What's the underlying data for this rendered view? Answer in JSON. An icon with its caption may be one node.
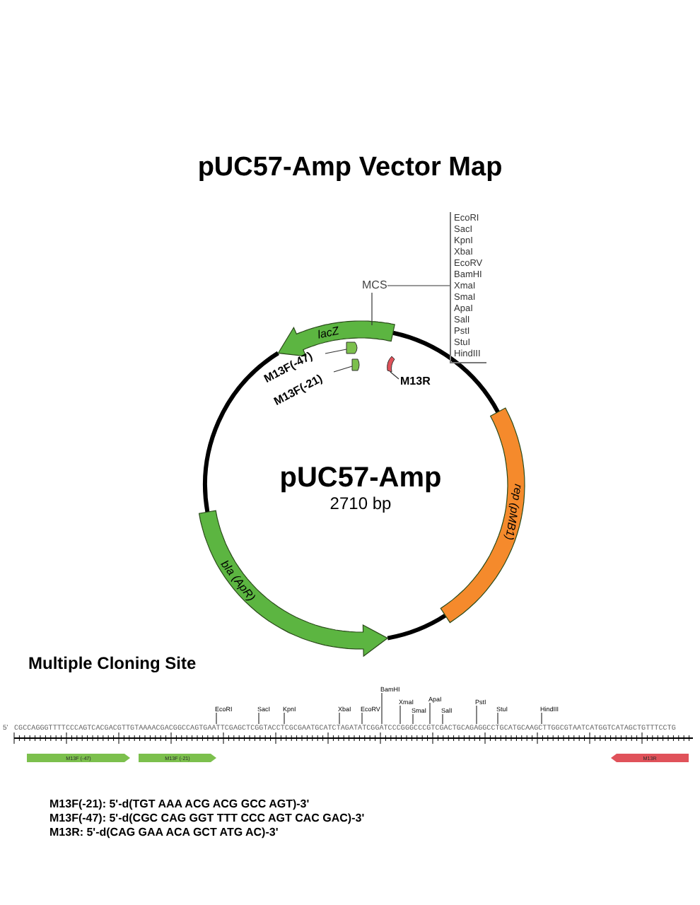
{
  "diagram": {
    "title": "pUC57-Amp Vector Map",
    "nodes": [
      {
        "text": [
          "pUC57-Amp",
          "2710 bp"
        ]
      },
      {
        "text": [
          "lacZ"
        ]
      },
      {
        "text": [
          "rep (pMB1)"
        ]
      },
      {
        "text": [
          "bla (ApR)"
        ]
      },
      {
        "text": [
          "M13F(-47)"
        ]
      },
      {
        "text": [],
        "shape": "bar"
      },
      {
        "text": [
          "M13F(-21)"
        ]
      },
      {
        "text": [],
        "shape": "bar"
      },
      {
        "text": [
          "M13R"
        ]
      },
      {
        "text": [],
        "shape": "bar"
      },
      {
        "text": [
          "MCS"
        ]
      },
      {
        "text": [
          "EcoRI",
          "SacI",
          "KpnI",
          "XbaI",
          "EcoRV",
          "BamHI",
          "XmaI",
          "SmaI",
          "ApaI",
          "SalI",
          "PstI",
          "StuI",
          "HindIII"
        ]
      },
      {
        "text": [
          "EcoRI"
        ]
      },
      {
        "text": [
          "SacI"
        ]
      },
      {
        "text": [
          "KpnI"
        ]
      },
      {
        "text": [
          "XbaI"
        ]
      },
      {
        "text": [
          "EcoRV"
        ]
      },
      {
        "text": [
          "BamHI"
        ]
      },
      {
        "text": [
          "XmaI"
        ]
      },
      {
        "text": [
          "SmaI"
        ]
      },
      {
        "text": [
          "ApaI"
        ]
      },
      {
        "text": [
          "SalI"
        ]
      },
      {
        "text": [
          "PstI"
        ]
      },
      {
        "text": [
          "StuI"
        ]
      },
      {
        "text": [
          "HindIII"
        ]
      },
      {
        "text": [
          "M13F (-47)"
        ]
      },
      {
        "text": [
          "M13F (-21)"
        ]
      },
      {
        "text": [
          "M13R"
        ]
      },
      {
        "text": [
          "CGCCAGGGTTTTCCCAGTCACGACGTTGTAAAACGACGGCCAGTGAATTCGAGCTCGGTACCTCGCGAATGCATCTAGATATCGGATCCCGGGCCCGTCGACTGCAGAGGCCTGCATGCAAGCTTGGCGTAATCATGGTCATAGCTGTTTCCTG"
        ]
      }
    ],
    "edges": [
      {
        "from": 4,
        "to": 5,
        "arrow": "none"
      },
      {
        "from": 6,
        "to": 7,
        "arrow": "none"
      },
      {
        "from": 8,
        "to": 9,
        "arrow": "none"
      },
      {
        "from": 10,
        "to": 11,
        "arrow": "none"
      },
      {
        "from": 10,
        "to": 1,
        "arrow": "none"
      },
      {
        "from": 12,
        "to": 28,
        "arrow": "none"
      },
      {
        "from": 13,
        "to": 28,
        "arrow": "none"
      },
      {
        "from": 14,
        "to": 28,
        "arrow": "none"
      },
      {
        "from": 15,
        "to": 28,
        "arrow": "none"
      },
      {
        "from": 16,
        "to": 28,
        "arrow": "none"
      },
      {
        "from": 17,
        "to": 28,
        "arrow": "none"
      },
      {
        "from": 18,
        "to": 28,
        "arrow": "none"
      },
      {
        "from": 19,
        "to": 28,
        "arrow": "none"
      },
      {
        "from": 20,
        "to": 28,
        "arrow": "none"
      },
      {
        "from": 21,
        "to": 28,
        "arrow": "none"
      },
      {
        "from": 22,
        "to": 28,
        "arrow": "none"
      },
      {
        "from": 23,
        "to": 28,
        "arrow": "none"
      },
      {
        "from": 24,
        "to": 28,
        "arrow": "none"
      }
    ],
    "labels": [
      "Multiple Cloning Site",
      "5'",
      "M13F(-21): 5'-d(TGT AAA ACG ACG GCC AGT)-3'",
      "M13F(-47): 5'-d(CGC CAG GGT TTT CCC AGT CAC GAC)-3'",
      "M13R: 5'-d(CAG GAA ACA GCT ATG AC)-3'"
    ]
  }
}
